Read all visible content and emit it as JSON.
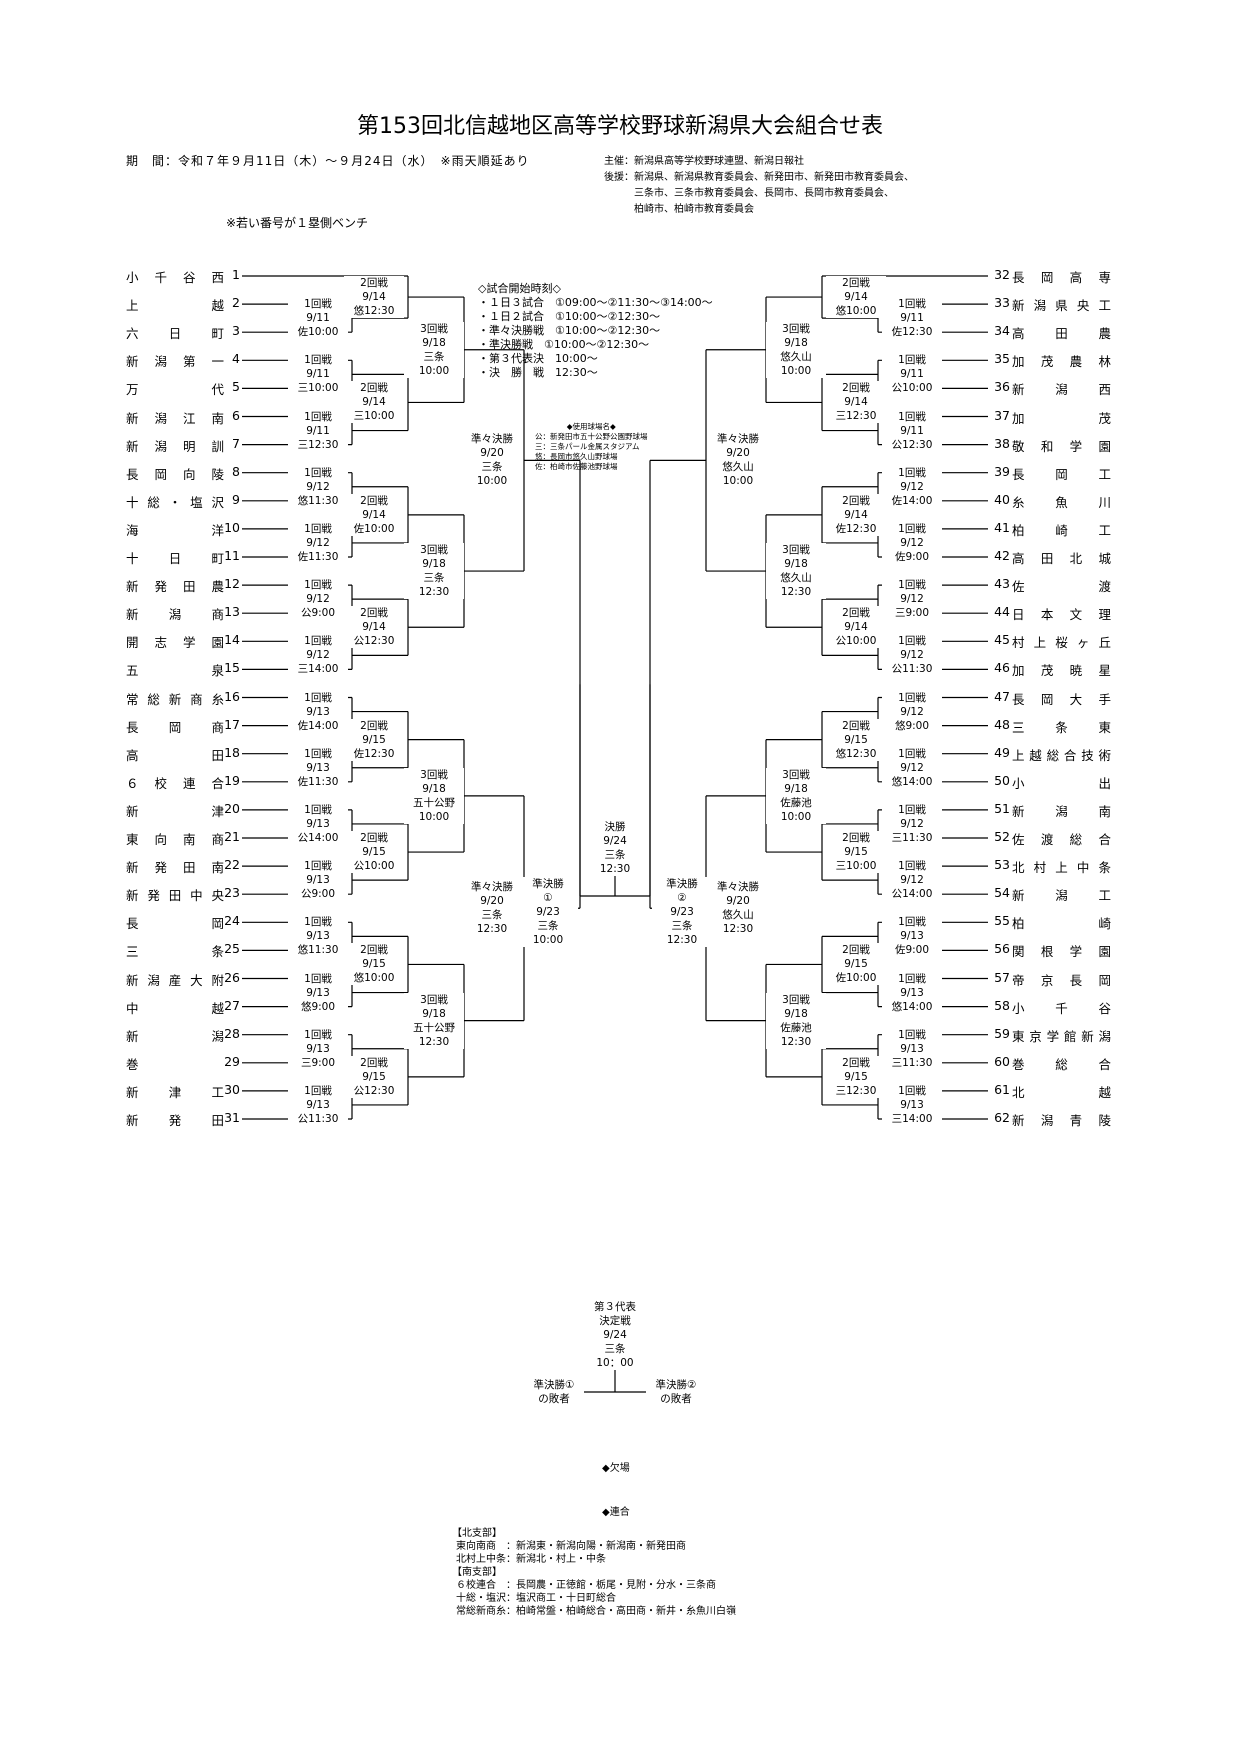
{
  "title": "第153回北信越地区高等学校野球新潟県大会組合せ表",
  "period": "期　間：令和７年９月11日（木）～９月24日（水）　※雨天順延あり",
  "organizers": [
    "主催：新潟県高等学校野球連盟、新潟日報社",
    "後援：新潟県、新潟県教育委員会、新発田市、新発田市教育委員会、",
    "　　　三条市、三条市教育委員会、長岡市、長岡市教育委員会、",
    "　　　柏崎市、柏崎市教育委員会"
  ],
  "bench_note": "※若い番号が１塁側ベンチ",
  "start_times": {
    "heading": "◇試合開始時刻◇",
    "lines": [
      "・１日３試合　①09:00～②11:30～③14:00～",
      "・１日２試合　①10:00～②12:30～",
      "・準々決勝戦　①10:00～②12:30～",
      "・準決勝戦　①10:00～②12:30～",
      "・第３代表決　10:00～",
      "・決　勝　戦　12:30～"
    ]
  },
  "venues": {
    "heading": "◆使用球場名◆",
    "lines": [
      "公：新発田市五十公野公園野球場",
      "三：三条パール金属スタジアム",
      "悠：長岡市悠久山野球場",
      "佐：柏崎市佐藤池野球場"
    ]
  },
  "teams_left": [
    {
      "no": "1",
      "name": "小千谷西"
    },
    {
      "no": "2",
      "name": "上越"
    },
    {
      "no": "3",
      "name": "六日町"
    },
    {
      "no": "4",
      "name": "新潟第一"
    },
    {
      "no": "5",
      "name": "万代"
    },
    {
      "no": "6",
      "name": "新潟江南"
    },
    {
      "no": "7",
      "name": "新潟明訓"
    },
    {
      "no": "8",
      "name": "長岡向陵"
    },
    {
      "no": "9",
      "name": "十総・塩沢"
    },
    {
      "no": "10",
      "name": "海洋"
    },
    {
      "no": "11",
      "name": "十日町"
    },
    {
      "no": "12",
      "name": "新発田農"
    },
    {
      "no": "13",
      "name": "新潟商"
    },
    {
      "no": "14",
      "name": "開志学園"
    },
    {
      "no": "15",
      "name": "五泉"
    },
    {
      "no": "16",
      "name": "常総新商糸"
    },
    {
      "no": "17",
      "name": "長岡商"
    },
    {
      "no": "18",
      "name": "高田"
    },
    {
      "no": "19",
      "name": "６校連合"
    },
    {
      "no": "20",
      "name": "新津"
    },
    {
      "no": "21",
      "name": "東向南商"
    },
    {
      "no": "22",
      "name": "新発田南"
    },
    {
      "no": "23",
      "name": "新発田中央"
    },
    {
      "no": "24",
      "name": "長岡"
    },
    {
      "no": "25",
      "name": "三条"
    },
    {
      "no": "26",
      "name": "新潟産大附"
    },
    {
      "no": "27",
      "name": "中越"
    },
    {
      "no": "28",
      "name": "新潟"
    },
    {
      "no": "29",
      "name": "巻"
    },
    {
      "no": "30",
      "name": "新津工"
    },
    {
      "no": "31",
      "name": "新発田"
    }
  ],
  "teams_right": [
    {
      "no": "32",
      "name": "長岡高専"
    },
    {
      "no": "33",
      "name": "新潟県央工"
    },
    {
      "no": "34",
      "name": "高田農"
    },
    {
      "no": "35",
      "name": "加茂農林"
    },
    {
      "no": "36",
      "name": "新潟西"
    },
    {
      "no": "37",
      "name": "加茂"
    },
    {
      "no": "38",
      "name": "敬和学園"
    },
    {
      "no": "39",
      "name": "長岡工"
    },
    {
      "no": "40",
      "name": "糸魚川"
    },
    {
      "no": "41",
      "name": "柏崎工"
    },
    {
      "no": "42",
      "name": "高田北城"
    },
    {
      "no": "43",
      "name": "佐渡"
    },
    {
      "no": "44",
      "name": "日本文理"
    },
    {
      "no": "45",
      "name": "村上桜ヶ丘"
    },
    {
      "no": "46",
      "name": "加茂暁星"
    },
    {
      "no": "47",
      "name": "長岡大手"
    },
    {
      "no": "48",
      "name": "三条東"
    },
    {
      "no": "49",
      "name": "上越総合技術"
    },
    {
      "no": "50",
      "name": "小出"
    },
    {
      "no": "51",
      "name": "新潟南"
    },
    {
      "no": "52",
      "name": "佐渡総合"
    },
    {
      "no": "53",
      "name": "北村上中条"
    },
    {
      "no": "54",
      "name": "新潟工"
    },
    {
      "no": "55",
      "name": "柏崎"
    },
    {
      "no": "56",
      "name": "関根学園"
    },
    {
      "no": "57",
      "name": "帝京長岡"
    },
    {
      "no": "58",
      "name": "小千谷"
    },
    {
      "no": "59",
      "name": "東京学館新潟"
    },
    {
      "no": "60",
      "name": "巻総合"
    },
    {
      "no": "61",
      "name": "北越"
    },
    {
      "no": "62",
      "name": "新潟青陵"
    }
  ],
  "matches": {
    "l_r1": [
      [
        "1回戦",
        "9/11",
        "佐10:00"
      ],
      [
        "1回戦",
        "9/11",
        "三10:00"
      ],
      [
        "1回戦",
        "9/11",
        "三12:30"
      ],
      [
        "1回戦",
        "9/12",
        "悠11:30"
      ],
      [
        "1回戦",
        "9/12",
        "佐11:30"
      ],
      [
        "1回戦",
        "9/12",
        "公9:00"
      ],
      [
        "1回戦",
        "9/12",
        "三14:00"
      ],
      [
        "1回戦",
        "9/13",
        "佐14:00"
      ],
      [
        "1回戦",
        "9/13",
        "佐11:30"
      ],
      [
        "1回戦",
        "9/13",
        "公14:00"
      ],
      [
        "1回戦",
        "9/13",
        "公9:00"
      ],
      [
        "1回戦",
        "9/13",
        "悠11:30"
      ],
      [
        "1回戦",
        "9/13",
        "悠9:00"
      ],
      [
        "1回戦",
        "9/13",
        "三9:00"
      ],
      [
        "1回戦",
        "9/13",
        "公11:30"
      ]
    ],
    "l_r2": [
      [
        "2回戦",
        "9/14",
        "悠12:30"
      ],
      [
        "2回戦",
        "9/14",
        "三10:00"
      ],
      [
        "2回戦",
        "9/14",
        "佐10:00"
      ],
      [
        "2回戦",
        "9/14",
        "公12:30"
      ],
      [
        "2回戦",
        "9/15",
        "佐12:30"
      ],
      [
        "2回戦",
        "9/15",
        "公10:00"
      ],
      [
        "2回戦",
        "9/15",
        "悠10:00"
      ],
      [
        "2回戦",
        "9/15",
        "公12:30"
      ]
    ],
    "l_r3": [
      [
        "3回戦",
        "9/18",
        "三条",
        "10:00"
      ],
      [
        "3回戦",
        "9/18",
        "三条",
        "12:30"
      ],
      [
        "3回戦",
        "9/18",
        "五十公野",
        "10:00"
      ],
      [
        "3回戦",
        "9/18",
        "五十公野",
        "12:30"
      ]
    ],
    "l_qf": [
      [
        "準々決勝",
        "9/20",
        "三条",
        "10:00"
      ],
      [
        "準々決勝",
        "9/20",
        "三条",
        "12:30"
      ]
    ],
    "r_r1": [
      [
        "1回戦",
        "9/11",
        "佐12:30"
      ],
      [
        "1回戦",
        "9/11",
        "公10:00"
      ],
      [
        "1回戦",
        "9/11",
        "公12:30"
      ],
      [
        "1回戦",
        "9/12",
        "佐14:00"
      ],
      [
        "1回戦",
        "9/12",
        "佐9:00"
      ],
      [
        "1回戦",
        "9/12",
        "三9:00"
      ],
      [
        "1回戦",
        "9/12",
        "公11:30"
      ],
      [
        "1回戦",
        "9/12",
        "悠9:00"
      ],
      [
        "1回戦",
        "9/12",
        "悠14:00"
      ],
      [
        "1回戦",
        "9/12",
        "三11:30"
      ],
      [
        "1回戦",
        "9/12",
        "公14:00"
      ],
      [
        "1回戦",
        "9/13",
        "佐9:00"
      ],
      [
        "1回戦",
        "9/13",
        "悠14:00"
      ],
      [
        "1回戦",
        "9/13",
        "三11:30"
      ],
      [
        "1回戦",
        "9/13",
        "三14:00"
      ]
    ],
    "r_r2": [
      [
        "2回戦",
        "9/14",
        "悠10:00"
      ],
      [
        "2回戦",
        "9/14",
        "三12:30"
      ],
      [
        "2回戦",
        "9/14",
        "佐12:30"
      ],
      [
        "2回戦",
        "9/14",
        "公10:00"
      ],
      [
        "2回戦",
        "9/15",
        "悠12:30"
      ],
      [
        "2回戦",
        "9/15",
        "三10:00"
      ],
      [
        "2回戦",
        "9/15",
        "佐10:00"
      ],
      [
        "2回戦",
        "9/15",
        "三12:30"
      ]
    ],
    "r_r3": [
      [
        "3回戦",
        "9/18",
        "悠久山",
        "10:00"
      ],
      [
        "3回戦",
        "9/18",
        "悠久山",
        "12:30"
      ],
      [
        "3回戦",
        "9/18",
        "佐藤池",
        "10:00"
      ],
      [
        "3回戦",
        "9/18",
        "佐藤池",
        "12:30"
      ]
    ],
    "r_qf": [
      [
        "準々決勝",
        "9/20",
        "悠久山",
        "10:00"
      ],
      [
        "準々決勝",
        "9/20",
        "悠久山",
        "12:30"
      ]
    ],
    "sf1": [
      "準決勝",
      "①",
      "9/23",
      "三条",
      "10:00"
    ],
    "sf2": [
      "準決勝",
      "②",
      "9/23",
      "三条",
      "12:30"
    ],
    "final": [
      "決勝",
      "9/24",
      "三条",
      "12:30"
    ],
    "third": [
      "第３代表",
      "決定戦",
      "9/24",
      "三条",
      "10：00"
    ],
    "sf1_loser": [
      "準決勝①",
      "の敗者"
    ],
    "sf2_loser": [
      "準決勝②",
      "の敗者"
    ]
  },
  "absent": "◆欠場",
  "combined": "◆連合",
  "legend": [
    "【北支部】",
    "東向南商　：新潟東・新潟向陽・新潟南・新発田商",
    "北村上中条：新潟北・村上・中条",
    "【南支部】",
    "６校連合　：長岡農・正徳館・栃尾・見附・分水・三条商",
    "十総・塩沢：塩沢商工・十日町総合",
    "常総新商糸：柏崎常盤・柏崎総合・高田商・新井・糸魚川白嶺"
  ]
}
